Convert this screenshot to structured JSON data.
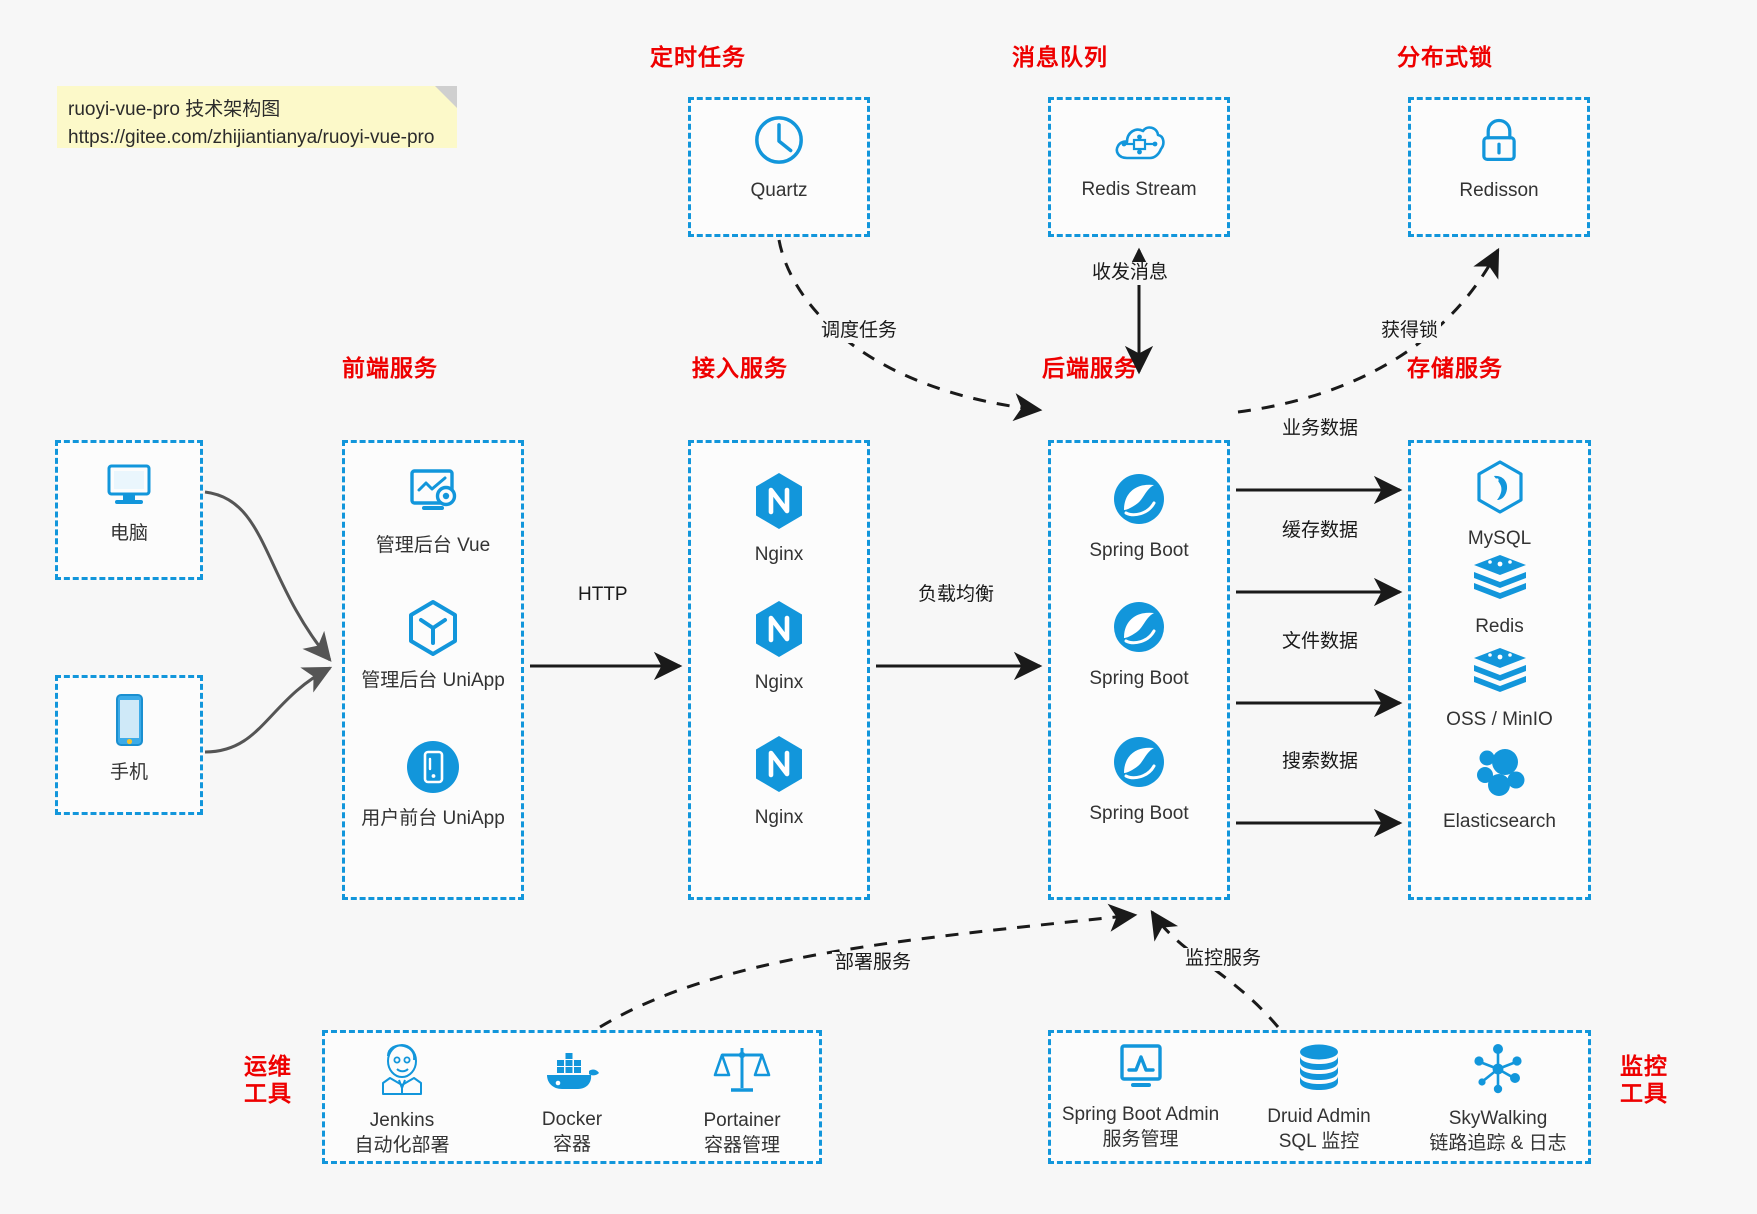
{
  "note": {
    "line1": "ruoyi-vue-pro 技术架构图",
    "line2": "https://gitee.com/zhijiantianya/ruoyi-vue-pro"
  },
  "colors": {
    "accent_blue": "#1296db",
    "label_red": "#ee0000",
    "background": "#f7f7f7",
    "note_yellow": "#fcf9c9",
    "text_dark": "#333333",
    "arrow_solid": "#1a1a1a",
    "arrow_curve": "#555555"
  },
  "groups": {
    "scheduled_task": {
      "label": "定时任务"
    },
    "message_queue": {
      "label": "消息队列"
    },
    "distributed_lock": {
      "label": "分布式锁"
    },
    "frontend": {
      "label": "前端服务"
    },
    "gateway": {
      "label": "接入服务"
    },
    "backend": {
      "label": "后端服务"
    },
    "storage": {
      "label": "存储服务"
    },
    "devops": {
      "label": "运维\n工具",
      "line1": "运维",
      "line2": "工具"
    },
    "monitor": {
      "label": "监控\n工具",
      "line1": "监控",
      "line2": "工具"
    }
  },
  "nodes": {
    "quartz": {
      "name": "Quartz",
      "icon": "clock-icon"
    },
    "redis_stream": {
      "name": "Redis Stream",
      "icon": "cloud-stream-icon"
    },
    "redisson": {
      "name": "Redisson",
      "icon": "lock-icon"
    },
    "pc": {
      "name": "电脑",
      "icon": "desktop-icon"
    },
    "phone": {
      "name": "手机",
      "icon": "mobile-icon"
    },
    "admin_vue": {
      "name": "管理后台 Vue",
      "icon": "dashboard-vue-icon"
    },
    "admin_uniapp": {
      "name": "管理后台 UniApp",
      "icon": "cube-icon"
    },
    "user_uniapp": {
      "name": "用户前台 UniApp",
      "icon": "mobile-circle-icon"
    },
    "nginx1": {
      "name": "Nginx",
      "icon": "nginx-icon"
    },
    "nginx2": {
      "name": "Nginx",
      "icon": "nginx-icon"
    },
    "nginx3": {
      "name": "Nginx",
      "icon": "nginx-icon"
    },
    "spring1": {
      "name": "Spring Boot",
      "icon": "spring-boot-icon"
    },
    "spring2": {
      "name": "Spring Boot",
      "icon": "spring-boot-icon"
    },
    "spring3": {
      "name": "Spring Boot",
      "icon": "spring-boot-icon"
    },
    "mysql": {
      "name": "MySQL",
      "icon": "mysql-icon"
    },
    "redis": {
      "name": "Redis",
      "icon": "redis-icon"
    },
    "oss": {
      "name": "OSS / MinIO",
      "icon": "redis-stack-icon"
    },
    "es": {
      "name": "Elasticsearch",
      "icon": "elasticsearch-icon"
    },
    "jenkins": {
      "name": "Jenkins",
      "desc": "自动化部署",
      "icon": "jenkins-icon"
    },
    "docker": {
      "name": "Docker",
      "desc": "容器",
      "icon": "docker-icon"
    },
    "portainer": {
      "name": "Portainer",
      "desc": "容器管理",
      "icon": "scales-icon"
    },
    "sba": {
      "name": "Spring Boot Admin",
      "desc": "服务管理",
      "icon": "monitor-chart-icon"
    },
    "druid": {
      "name": "Druid Admin",
      "desc": "SQL 监控",
      "icon": "database-icon"
    },
    "skywalking": {
      "name": "SkyWalking",
      "desc": "链路追踪 & 日志",
      "icon": "network-nodes-icon"
    }
  },
  "edges": {
    "http": "HTTP",
    "load_balance": "负载均衡",
    "schedule_task": "调度任务",
    "send_receive_message": "收发消息",
    "acquire_lock": "获得锁",
    "business_data": "业务数据",
    "cache_data": "缓存数据",
    "file_data": "文件数据",
    "search_data": "搜索数据",
    "deploy_service": "部署服务",
    "monitor_service": "监控服务"
  }
}
